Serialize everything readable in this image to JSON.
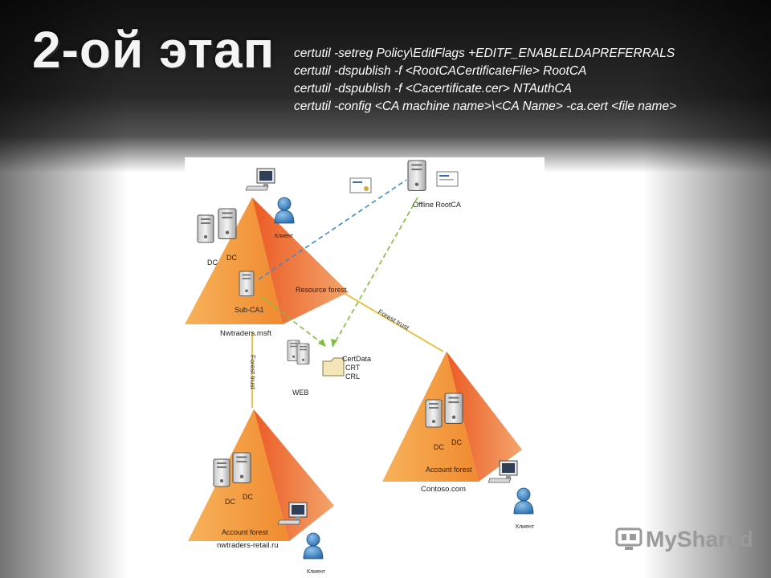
{
  "title": "2-ой этап",
  "commands": [
    "certutil -setreg Policy\\EditFlags +EDITF_ENABLELDAPREFERRALS",
    "certutil -dspublish -f  <RootCACertificateFile> RootCA",
    "certutil -dspublish -f <Cacertificate.cer> NTAuthCA",
    "certutil -config <CA machine name>\\<CA Name> -ca.cert <file name>"
  ],
  "diagram": {
    "resource_forest": {
      "label": "Resource forest",
      "domain": "Nwtraders.msft",
      "dc1": "DC",
      "dc2": "DC",
      "subca": "Sub-CA1",
      "client": "Клиент"
    },
    "offline_root": {
      "label": "Offline RootCA"
    },
    "web": {
      "label": "WEB",
      "folder": "CertData",
      "crt": "CRT",
      "crl": "CRL"
    },
    "account_forest_1": {
      "label": "Account forest",
      "domain": "nwtraders-retail.ru",
      "dc1": "DC",
      "dc2": "DC",
      "client": "Клиент"
    },
    "account_forest_2": {
      "label": "Account forest",
      "domain": "Contoso.com",
      "dc1": "DC",
      "dc2": "DC",
      "client": "Клиент"
    },
    "trust_left": "Forest trust",
    "trust_right": "Forest trust",
    "colors": {
      "pyramid_light": "#f5a94a",
      "pyramid_dark": "#e24a1c",
      "trust_line": "#e8c24a",
      "link_blue": "#3d8bc8",
      "link_green": "#7cc13c"
    }
  },
  "watermark": "MyShared"
}
